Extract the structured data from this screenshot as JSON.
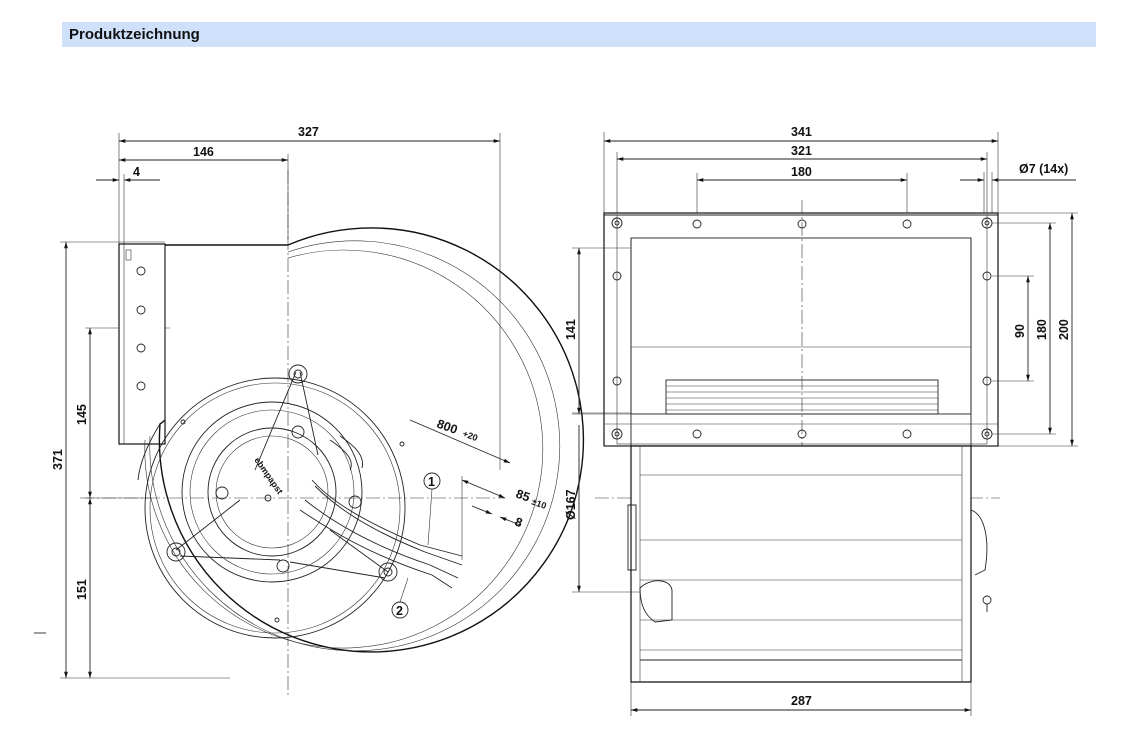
{
  "section": {
    "title": "Produktzeichnung"
  },
  "side_view": {
    "dims": {
      "overall_width": "327",
      "to_axis": "146",
      "flange_thickness": "4",
      "overall_height": "371",
      "upper_to_axis": "145",
      "lower_to_axis": "151",
      "cable_length": "800",
      "cable_length_tol": "+20",
      "strip_length": "85",
      "strip_length_tol": "±10",
      "strip_end": "8"
    },
    "callouts": [
      "1",
      "2"
    ],
    "label_text": "ebmpapst"
  },
  "front_view": {
    "dims": {
      "overall_width": "341",
      "hole_spacing_outer": "321",
      "hole_spacing_inner": "180",
      "hole_spec": "Ø7 (14x)",
      "outlet_height": "141",
      "right_90": "90",
      "right_180": "180",
      "right_200": "200",
      "inlet_diameter": "Ø167",
      "housing_width": "287"
    }
  }
}
